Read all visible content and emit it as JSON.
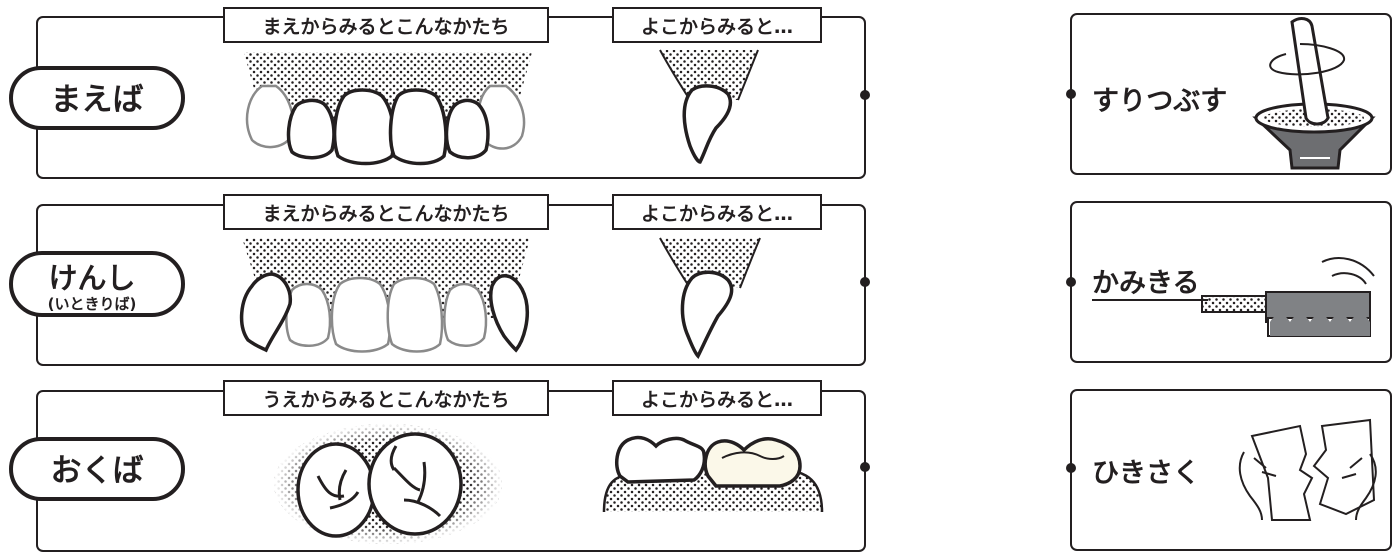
{
  "rows": [
    {
      "pill": "まえば",
      "pill_sub": "",
      "front_caption": "まえからみるとこんなかたち",
      "side_caption": "よこからみると…"
    },
    {
      "pill": "けんし",
      "pill_sub": "(いときりば)",
      "front_caption": "まえからみるとこんなかたち",
      "side_caption": "よこからみると…"
    },
    {
      "pill": "おくば",
      "pill_sub": "",
      "front_caption": "うえからみるとこんなかたち",
      "side_caption": "よこからみると…"
    }
  ],
  "functions": [
    {
      "label": "すりつぶす",
      "icon": "mortar-pestle-icon"
    },
    {
      "label": "かみきる",
      "icon": "knife-cutting-icon"
    },
    {
      "label": "ひきさく",
      "icon": "hands-tearing-paper-icon"
    }
  ],
  "colors": {
    "line": "#231f20",
    "dots": "#231f20",
    "ghost_tooth": "#8a8a8a",
    "highlight_tooth": "#fbf8e9",
    "bowl": "#6d6e71",
    "blade": "#808285"
  }
}
